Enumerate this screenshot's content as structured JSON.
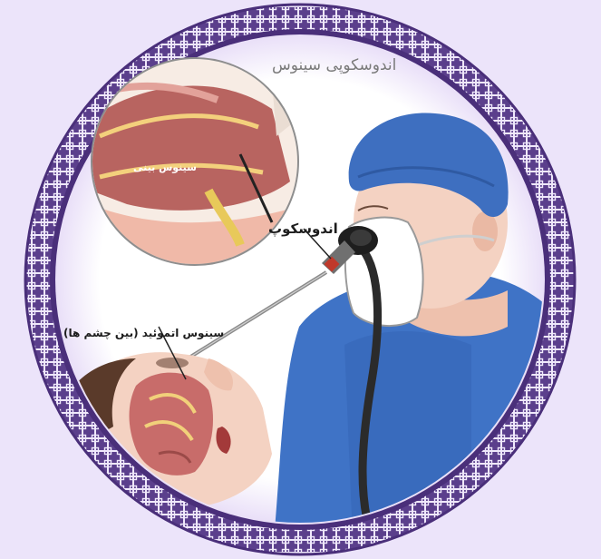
{
  "colors": {
    "background": "#ece4fa",
    "frame_border": "#5b3f8c",
    "frame_pattern": "#f3eefc",
    "scrub_cap": "#3e6fc0",
    "gown": "#3f73c6",
    "mask": "#ffffff",
    "skin": "#f4d2c2",
    "sinus_tissue": "#c86c6a"
  },
  "icons": {
    "frame": "ornamental-circle-frame",
    "inset": "nasal-cavity-cross-section",
    "instrument": "endoscope"
  },
  "labels": {
    "title": "اندوسکوپی سینوس",
    "nasal_sinus": "سینوس بینی",
    "endoscope": "اندوسکوپ",
    "ethmoid_sinus": "سینوس اتموئید (بین چشم ها)"
  }
}
